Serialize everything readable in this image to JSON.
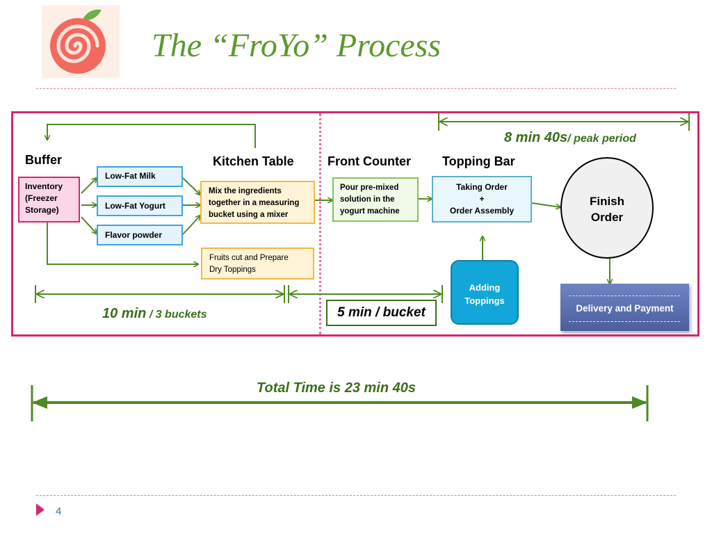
{
  "slide": {
    "title": "The “FroYo” Process",
    "page_number": "4",
    "logo_icon": "swirl-peach-logo"
  },
  "columns": {
    "buffer": "Buffer",
    "kitchen_table": "Kitchen Table",
    "front_counter": "Front Counter",
    "topping_bar": "Topping Bar"
  },
  "nodes": {
    "inventory": [
      "Inventory",
      "(Freezer",
      "Storage)"
    ],
    "milk": "Low-Fat Milk",
    "yogurt": "Low-Fat Yogurt",
    "flavor": "Flavor powder",
    "mix": [
      "Mix the ingredients",
      "together in a measuring",
      "bucket using a mixer"
    ],
    "fruits": [
      "Fruits cut and Prepare",
      "Dry Toppings"
    ],
    "pour": [
      "Pour pre-mixed",
      "solution in the",
      "yogurt machine"
    ],
    "taking_order": [
      "Taking Order",
      "+",
      "Order Assembly"
    ],
    "adding_toppings": [
      "Adding",
      "Toppings"
    ],
    "finish_order": [
      "Finish",
      "Order"
    ],
    "delivery": "Delivery and Payment"
  },
  "timings": {
    "kitchen_main": "10 min",
    "kitchen_sub": "/ 3 buckets",
    "front_counter": "5 min / bucket",
    "topping_main": "8 min 40s",
    "topping_sub": "/ peak period",
    "total": "Total Time is 23 min 40s"
  },
  "colors": {
    "title_green": "#5a9a2c",
    "frame_pink": "#d6266f",
    "arrow_green": "#4e8a22",
    "time_green": "#3b6e1a"
  }
}
